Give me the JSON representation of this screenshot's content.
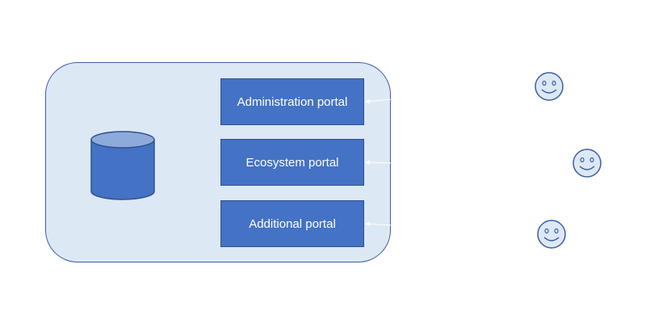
{
  "diagram": {
    "portals": [
      {
        "label": "Administration portal"
      },
      {
        "label": "Ecosystem portal"
      },
      {
        "label": "Additional portal"
      }
    ],
    "icons": {
      "database": "database-icon",
      "user": "smiley-face-icon"
    },
    "colors": {
      "container_fill": "#dde8f5",
      "container_border": "#3b5da6",
      "portal_fill": "#4472c4",
      "database_body": "#4472c4",
      "database_top": "#8eaadb",
      "user_fill": "#dde8f5",
      "user_stroke": "#3b5da6"
    }
  }
}
